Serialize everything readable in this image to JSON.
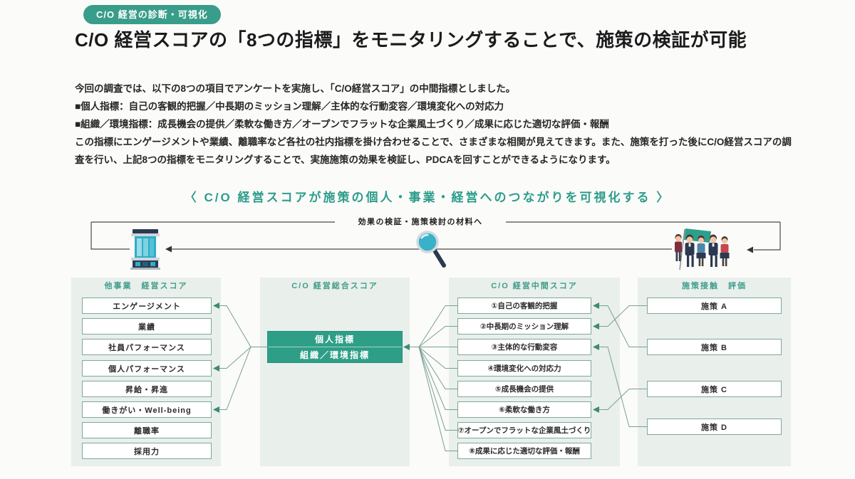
{
  "badge": "C/O 経営の診断・可視化",
  "title": "C/O 経営スコアの「8つの指標」をモニタリングすることで、施策の検証が可能",
  "intro": {
    "line1": "今回の調査では、以下の8つの項目でアンケートを実施し、「C/O経営スコア」の中間指標としました。",
    "line2": "■個人指標：自己の客観的把握／中長期のミッション理解／主体的な行動変容／環境変化への対応力",
    "line3": "■組織／環境指標：成長機会の提供／柔軟な働き方／オープンでフラットな企業風土づくり／成果に応じた適切な評価・報酬",
    "line4": "この指標にエンゲージメントや業績、離職率など各社の社内指標を掛け合わせることで、さまざまな相関が見えてきます。また、施策を打った後にC/O経営スコアの調査を行い、上記8つの指標をモニタリングすることで、実施施策の効果を検証し、PDCAを回すことができるようになります。"
  },
  "diagram": {
    "heading": "〈 C/O 経営スコアが施策の個人・事業・経営へのつながりを可視化する 〉",
    "loop_label": "効果の検証・施策検討の材料へ",
    "icons": {
      "building": "company-building-icon",
      "magnifier": "magnifier-icon",
      "people": "people-flag-icon"
    },
    "columns": {
      "company_metrics": {
        "header": "他事業　経営スコア",
        "boxes": [
          "エンゲージメント",
          "業績",
          "社員パフォーマンス",
          "個人パフォーマンス",
          "昇給・昇進",
          "働きがい・Well-being",
          "離職率",
          "採用力"
        ]
      },
      "total_score": {
        "header": "C/O 経営総合スコア",
        "rows": [
          "個人指標",
          "組織／環境指標"
        ]
      },
      "intermediate_score": {
        "header": "C/O 経営中間スコア",
        "boxes": [
          "①自己の客観的把握",
          "②中長期のミッション理解",
          "③主体的な行動変容",
          "④環境変化への対応力",
          "⑤成長機会の提供",
          "⑥柔軟な働き方",
          "⑦オープンでフラットな企業風土づくり",
          "⑧成果に応じた適切な評価・報酬"
        ]
      },
      "measures": {
        "header": "施策接触　評価",
        "boxes": [
          "施策 A",
          "施策 B",
          "施策 C",
          "施策 D"
        ]
      }
    }
  },
  "colors": {
    "accent_teal": "#2f9e87",
    "panel_bg": "#e9efeb",
    "connector": "#79a093",
    "arrow_teal": "#3e8a75",
    "flow_line_dark": "#4a4a4a",
    "navy": "#2c3a50",
    "cyan": "#2fadc6"
  }
}
